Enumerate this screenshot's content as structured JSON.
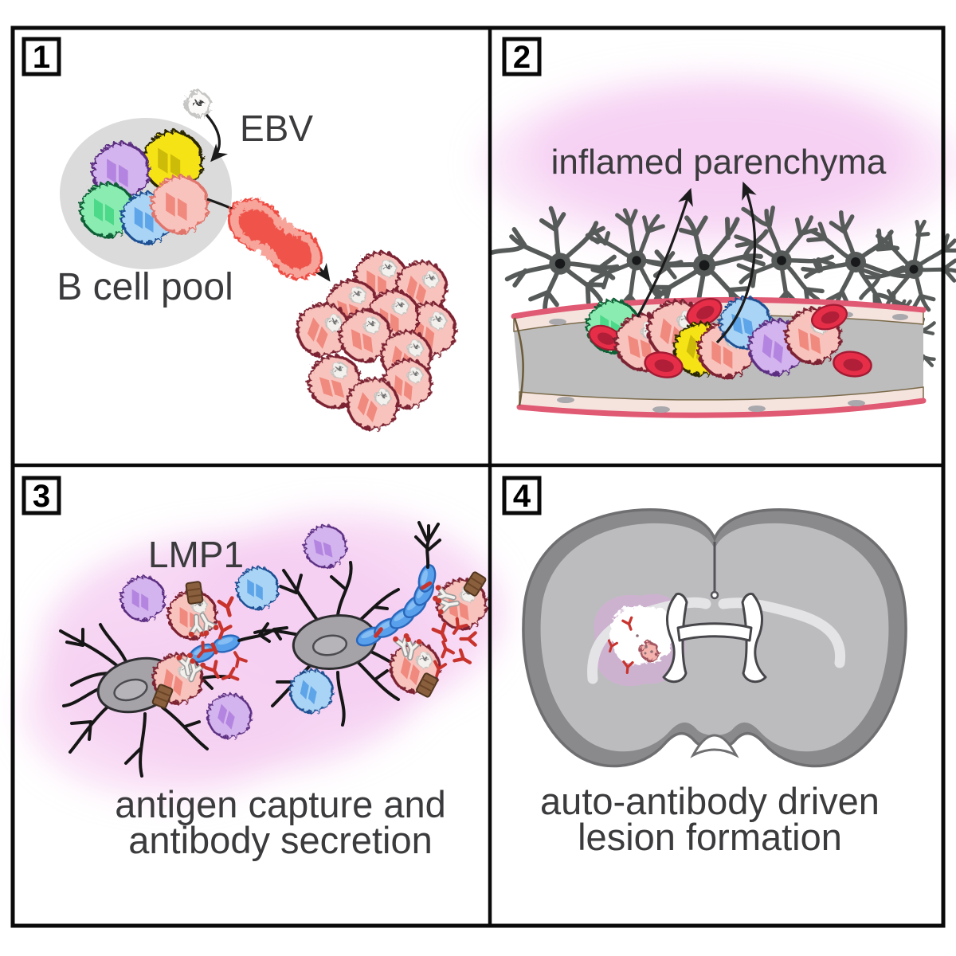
{
  "panels": {
    "p1": {
      "number": "1",
      "ebv_label": "EBV",
      "pool_label": "B cell pool"
    },
    "p2": {
      "number": "2",
      "title": "inflamed parenchyma"
    },
    "p3": {
      "number": "3",
      "lmp1_label": "LMP1",
      "caption_line1": "antigen capture and",
      "caption_line2": "antibody secretion"
    },
    "p4": {
      "number": "4",
      "caption_line1": "auto-antibody driven",
      "caption_line2": "lesion formation"
    }
  },
  "colors": {
    "text-ink": "#3b3b3d",
    "glow-pink": "#f6d0f2",
    "pool-gray": "#dbdbdb",
    "cell-pink-body": "#f9c3bd",
    "cell-pink-outline": "#e0756c",
    "cell-pink-inner": "#f08a7f",
    "infected-outline": "#7c2130",
    "cell-purple-body": "#d4b4ee",
    "cell-purple-outline": "#5b2d82",
    "cell-purple-inner": "#b385e0",
    "cell-yellow-body": "#f6e312",
    "cell-yellow-outline": "#2a2605",
    "cell-yellow-inner": "#cdbb0a",
    "cell-green-body": "#8aecb1",
    "cell-green-outline": "#0d5e35",
    "cell-green-inner": "#4cd98a",
    "cell-blue-body": "#a9d4f5",
    "cell-blue-outline": "#1d4f93",
    "cell-blue-inner": "#5da5e8",
    "divide-red": "#ef5349",
    "divide-red-light": "#f7a49b",
    "rbc-red": "#e62e48",
    "rbc-dark": "#b01f37",
    "vessel-wall": "#e05a74",
    "vessel-endo": "#f5e4de",
    "vessel-lumen": "#bdbdbd",
    "glia-gray": "#565b59",
    "neuron-gray": "#a5a3a8",
    "myelin-blue": "#58a0ec",
    "myelin-dark": "#2a67bb",
    "antibody-red": "#c8342d",
    "receptor-brown": "#8a5f3d",
    "lesion-purple": "#cdb2d0",
    "brain-outer": "#8a8a8d",
    "brain-inner": "#bcbcbf",
    "brain-cc": "#e4e4e7"
  }
}
